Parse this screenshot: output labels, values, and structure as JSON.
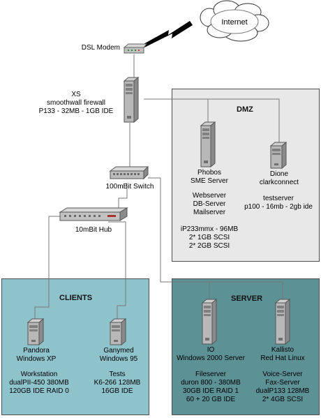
{
  "internet": {
    "label": "Internet"
  },
  "modem": {
    "label": "DSL Modem"
  },
  "firewall": {
    "lines": [
      "XS",
      "smoothwall firewall",
      "P133 - 32MB - 1GB IDE"
    ]
  },
  "switch": {
    "label": "100mBit Switch"
  },
  "hub": {
    "label": "10mBit Hub"
  },
  "dmz": {
    "title": "DMZ",
    "phobos": {
      "name_lines": [
        "Phobos",
        "SME Server"
      ],
      "role_lines": [
        "Webserver",
        "DB-Server",
        "Mailserver"
      ],
      "spec_lines": [
        "iP233mmx - 96MB",
        "2* 1GB SCSI",
        "2* 2GB SCSI"
      ]
    },
    "dione": {
      "name_lines": [
        "Dione",
        "clarkconnect"
      ],
      "role_lines": [
        "testserver",
        "p100 - 16mb - 2gb ide"
      ]
    }
  },
  "clients": {
    "title": "CLIENTS",
    "pandora": {
      "name_lines": [
        "Pandora",
        "Windows XP"
      ],
      "role_lines": [
        "Workstation",
        "dualPII-450 380MB",
        "120GB IDE RAID 0"
      ]
    },
    "ganymed": {
      "name_lines": [
        "Ganymed",
        "Windows 95"
      ],
      "role_lines": [
        "Tests",
        "K6-266 128MB",
        "16GB IDE"
      ]
    }
  },
  "server": {
    "title": "SERVER",
    "io": {
      "name_lines": [
        "IO",
        "Windows 2000 Server"
      ],
      "role_lines": [
        "Fileserver",
        "duron 800 - 380MB",
        "30GB IDE RAID 1",
        "60 + 20 GB IDE"
      ]
    },
    "kallisto": {
      "name_lines": [
        "Kallisto",
        "Red Hat Linux"
      ],
      "role_lines": [
        "Voice-Server",
        "Fax-Server",
        "dualP133 128MB",
        "2* 4GB SCSI"
      ]
    }
  },
  "colors": {
    "dmz_bg": "#e8e8e8",
    "clients_bg": "#8fc3cc",
    "server_bg": "#5c9196",
    "wire": "#777777"
  }
}
